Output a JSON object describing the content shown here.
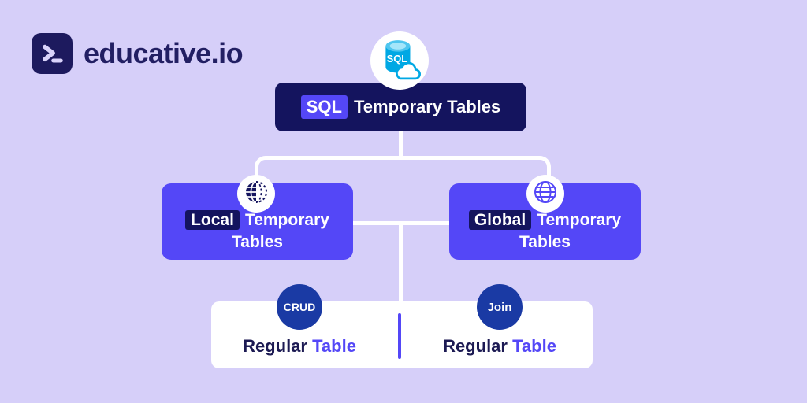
{
  "logo": {
    "text": "educative.io",
    "icon": "terminal-prompt-icon"
  },
  "palette": {
    "background": "#D6CFF9",
    "navy": "#14145E",
    "purple": "#5447F7",
    "badge_blue": "#1A3AA4",
    "cyan": "#00A8E4",
    "white": "#FFFFFF"
  },
  "root": {
    "icon": "sql-database-cloud-icon",
    "icon_text": "SQL",
    "highlight": "SQL",
    "label": "Temporary Tables"
  },
  "branches": [
    {
      "icon": "half-globe-icon",
      "highlight": "Local",
      "line1": "Temporary",
      "line2": "Tables"
    },
    {
      "icon": "globe-icon",
      "highlight": "Global",
      "line1": "Temporary",
      "line2": "Tables"
    }
  ],
  "regular": {
    "left": {
      "badge": "CRUD",
      "word1": "Regular",
      "word2": "Table"
    },
    "right": {
      "badge": "Join",
      "word1": "Regular",
      "word2": "Table"
    }
  }
}
